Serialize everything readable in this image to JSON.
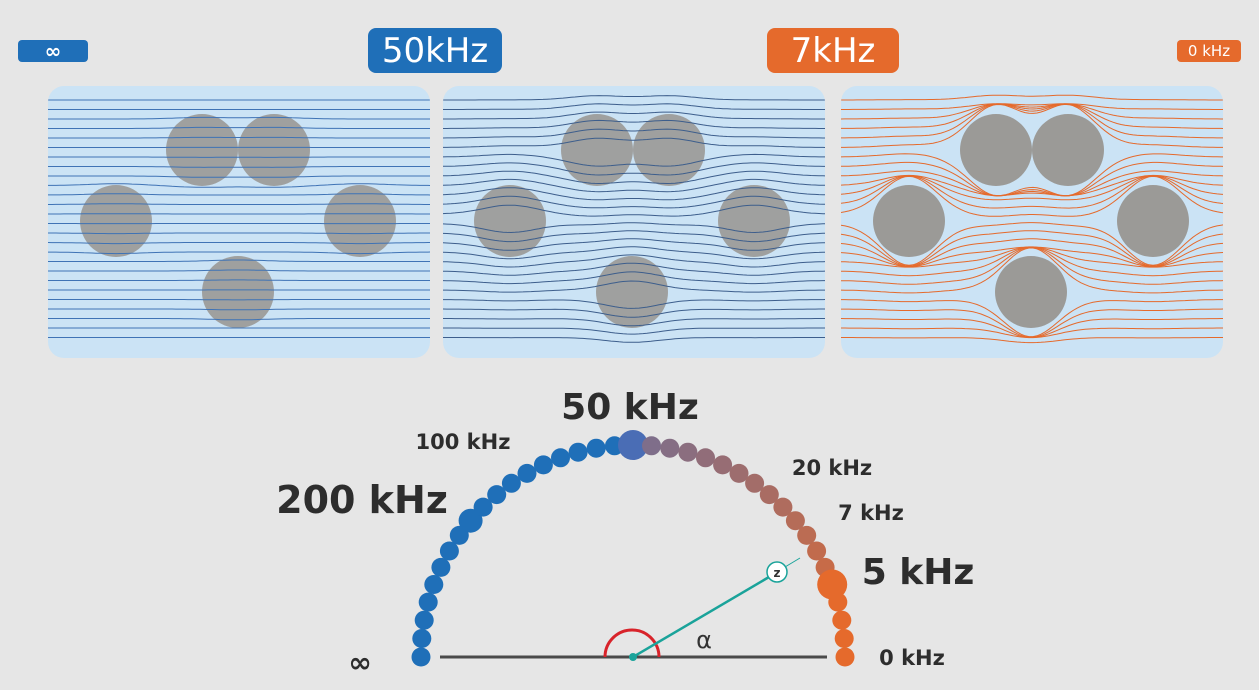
{
  "header_badges": {
    "infinity": "∞",
    "freq_50": "50kHz",
    "freq_7": "7kHz",
    "freq_0": "0 kHz"
  },
  "colors": {
    "blue": "#1f6fb8",
    "orange": "#e56a2c",
    "panel": "#cbe3f5",
    "particle": "#9b9a97",
    "axis": "#4a4a4a",
    "angle_arc": "#d8232a",
    "impedance_line": "#1aa39a"
  },
  "dial": {
    "labels": {
      "infinity": "∞",
      "f200": "200 kHz",
      "f100": "100 kHz",
      "f50": "50 kHz",
      "f20": "20 kHz",
      "f7": "7 kHz",
      "f5": "5 kHz",
      "f0": "0 kHz"
    },
    "z_marker": "z",
    "alpha_symbol": "α"
  }
}
